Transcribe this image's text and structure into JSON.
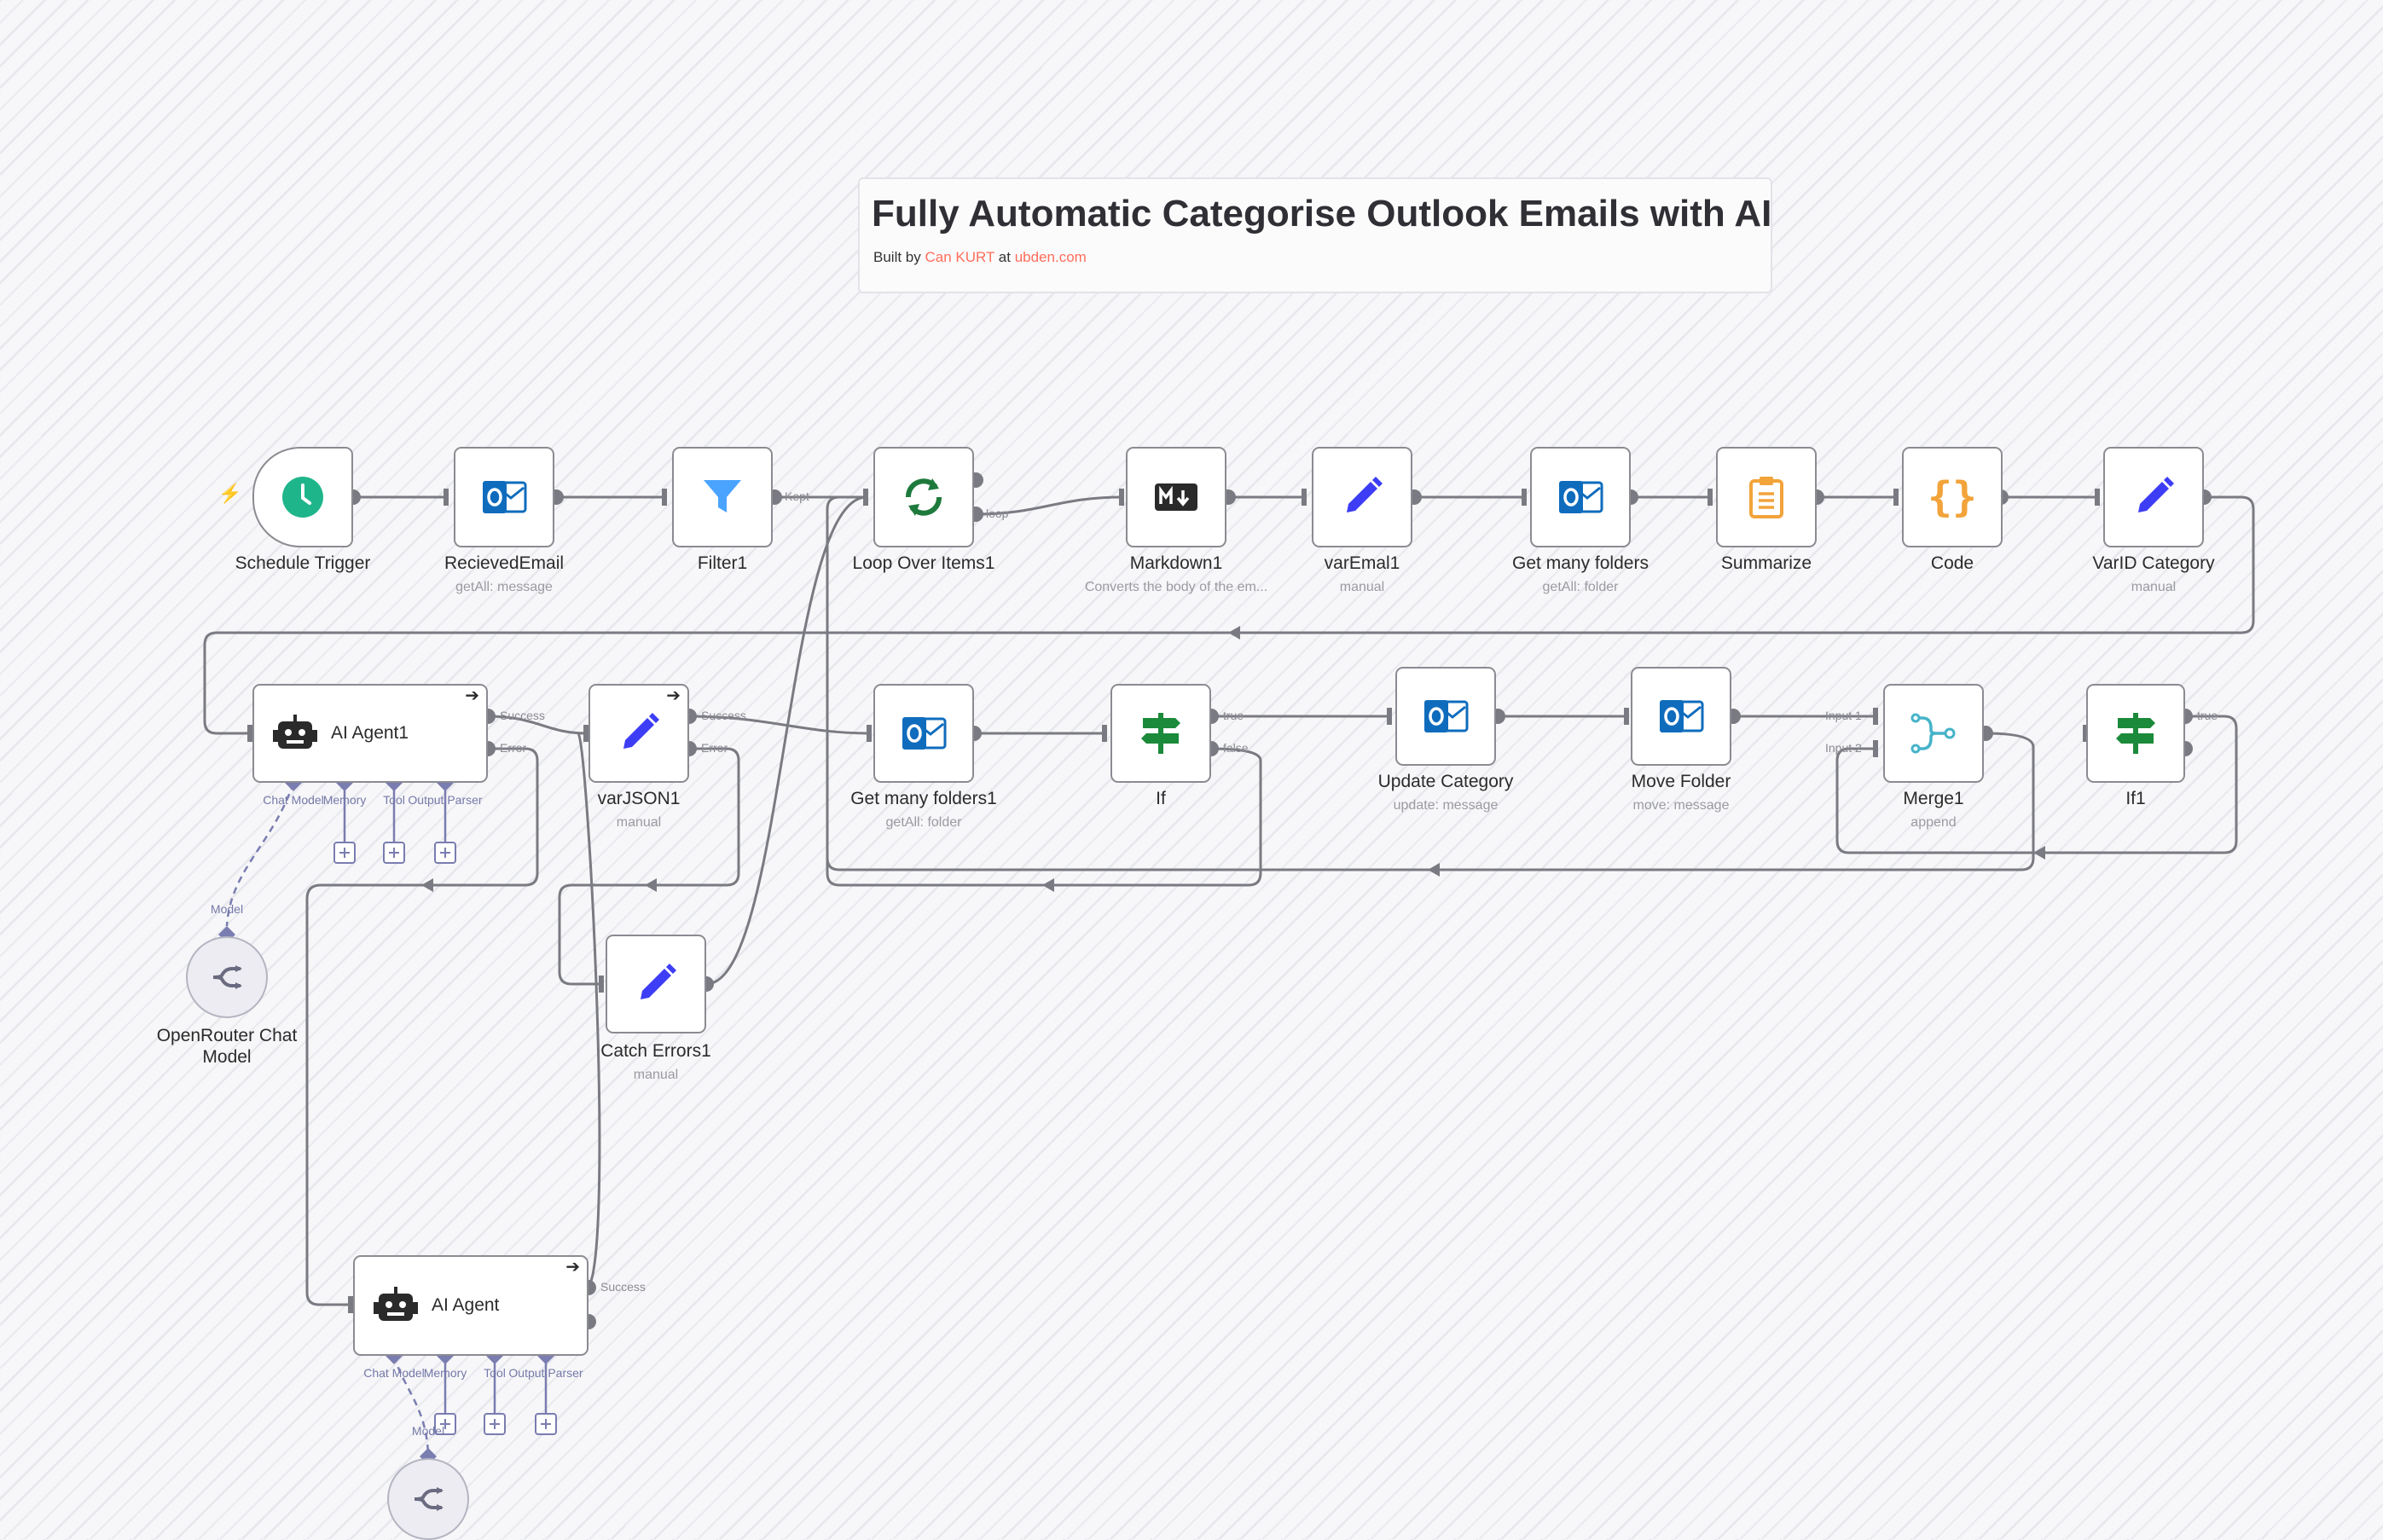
{
  "canvas": {
    "note": {
      "title": "Fully Automatic Categorise Outlook Emails with AI",
      "prefix": "Built by",
      "author": "Can KURT",
      "middle": "at",
      "site": "ubden.com"
    },
    "nodes": [
      {
        "id": "schedule",
        "name": "Schedule Trigger",
        "subtitle": "",
        "icon": "clock-icon"
      },
      {
        "id": "received",
        "name": "RecievedEmail",
        "subtitle": "getAll: message",
        "icon": "outlook-icon"
      },
      {
        "id": "filter1",
        "name": "Filter1",
        "subtitle": "",
        "icon": "filter-icon"
      },
      {
        "id": "loop",
        "name": "Loop Over Items1",
        "subtitle": "",
        "icon": "loop-icon"
      },
      {
        "id": "markdown1",
        "name": "Markdown1",
        "subtitle": "Converts the body of the em...",
        "icon": "markdown-icon"
      },
      {
        "id": "varemail1",
        "name": "varEmal1",
        "subtitle": "manual",
        "icon": "pencil-icon"
      },
      {
        "id": "getfolders",
        "name": "Get many folders",
        "subtitle": "getAll: folder",
        "icon": "outlook-icon"
      },
      {
        "id": "summarize",
        "name": "Summarize",
        "subtitle": "",
        "icon": "clipboard-icon"
      },
      {
        "id": "code",
        "name": "Code",
        "subtitle": "",
        "icon": "braces-icon"
      },
      {
        "id": "varidcat",
        "name": "VarID Category",
        "subtitle": "manual",
        "icon": "pencil-icon"
      },
      {
        "id": "agent1",
        "name": "AI Agent1",
        "subtitle": "",
        "icon": "robot-icon"
      },
      {
        "id": "varjson1",
        "name": "varJSON1",
        "subtitle": "manual",
        "icon": "pencil-icon"
      },
      {
        "id": "getfolders1",
        "name": "Get many folders1",
        "subtitle": "getAll: folder",
        "icon": "outlook-icon"
      },
      {
        "id": "if",
        "name": "If",
        "subtitle": "",
        "icon": "signpost-icon"
      },
      {
        "id": "updatecat",
        "name": "Update Category",
        "subtitle": "update: message",
        "icon": "outlook-icon"
      },
      {
        "id": "movefolder",
        "name": "Move Folder",
        "subtitle": "move: message",
        "icon": "outlook-icon"
      },
      {
        "id": "merge1",
        "name": "Merge1",
        "subtitle": "append",
        "icon": "merge-icon"
      },
      {
        "id": "if1",
        "name": "If1",
        "subtitle": "",
        "icon": "signpost-icon"
      },
      {
        "id": "catch1",
        "name": "Catch Errors1",
        "subtitle": "manual",
        "icon": "pencil-icon"
      },
      {
        "id": "openrouter",
        "name": "OpenRouter Chat Model",
        "subtitle": "",
        "icon": "openrouter-icon"
      },
      {
        "id": "agent",
        "name": "AI Agent",
        "subtitle": "",
        "icon": "robot-icon"
      },
      {
        "id": "openrouter2",
        "name": "",
        "subtitle": "",
        "icon": "openrouter-icon"
      }
    ],
    "port_labels": {
      "kept": "Kept",
      "loop": "loop",
      "success": "Success",
      "error": "Error",
      "true": "true",
      "false": "false",
      "input1": "Input 1",
      "input2": "Input 2",
      "model": "Model",
      "chat_model": "Chat Model",
      "memory": "Memory",
      "tool": "Tool",
      "output_parser": "Output Parser"
    },
    "colors": {
      "accent": "#ff6d5a",
      "outlook": "#0f6cbd",
      "pencil": "#3d3df5",
      "filter": "#4aa3ff",
      "loop": "#1e7a3c",
      "clock": "#1fb58a",
      "code": "#f2a33a",
      "merge": "#46b3c9",
      "signpost": "#1b8a3a",
      "ai_port": "#7a7db0"
    }
  }
}
